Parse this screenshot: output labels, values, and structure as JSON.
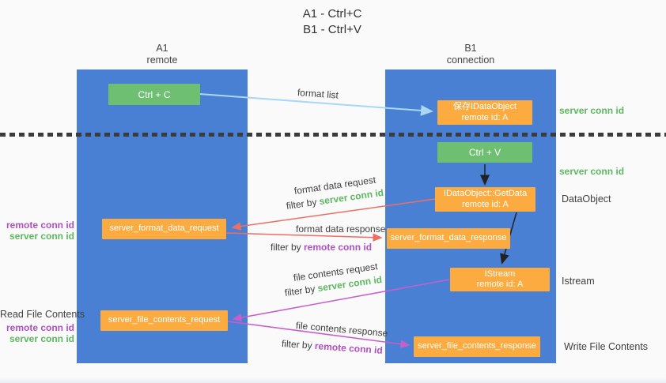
{
  "title": {
    "line1": "A1 - Ctrl+C",
    "line2": "B1 - Ctrl+V"
  },
  "lifelines": {
    "a1": {
      "name": "A1",
      "role": "remote"
    },
    "b1": {
      "name": "B1",
      "role": "connection"
    }
  },
  "colors": {
    "column_blue": "#4a80d4",
    "box_green": "#6fbf72",
    "box_orange": "#fbab40",
    "label_green": "#5cb85f",
    "label_purple": "#b04fc3",
    "arrow_red": "#ee6e63",
    "arrow_purple": "#c85fc9",
    "arrow_lightblue": "#a9d7f5",
    "arrow_black": "#222222"
  },
  "nodes": {
    "ctrl_c": {
      "label": "Ctrl + C"
    },
    "save_idataobject": {
      "line1": "保存IDataObject",
      "line2": "remote id: A"
    },
    "ctrl_v": {
      "label": "Ctrl + V"
    },
    "getdata": {
      "line1": "IDataObject::GetData",
      "line2": "remote id: A"
    },
    "server_format_data_request": {
      "label": "server_format_data_request"
    },
    "server_format_data_response": {
      "label": "server_format_data_response"
    },
    "istream": {
      "line1": "IStream",
      "line2": "remote id: A"
    },
    "server_file_contents_request": {
      "label": "server_file_contents_request"
    },
    "server_file_contents_response": {
      "label": "server_file_contents_response"
    }
  },
  "side_labels": {
    "server_conn_id_top": "server conn id",
    "server_conn_id_mid": "server conn id",
    "dataobject": "DataObject",
    "istream": "Istream",
    "write_file_contents": "Write File Contents",
    "read_file_contents": "Read File Contents",
    "fmt_remote_conn_id": "remote conn id",
    "fmt_server_conn_id": "server conn id",
    "file_remote_conn_id": "remote conn id",
    "file_server_conn_id": "server conn id"
  },
  "arrows": {
    "format_list": {
      "label": "format list"
    },
    "format_data_request": {
      "label": "format data request",
      "filter_prefix": "filter by ",
      "filter_key": "server conn id"
    },
    "format_data_response": {
      "label": "format data response",
      "filter_prefix": "filter by ",
      "filter_key": "remote conn id"
    },
    "file_contents_request": {
      "label": "file contents request",
      "filter_prefix": "filter by ",
      "filter_key": "server conn id"
    },
    "file_contents_response": {
      "label": "file contents response",
      "filter_prefix": "filter by ",
      "filter_key": "remote conn id"
    }
  }
}
